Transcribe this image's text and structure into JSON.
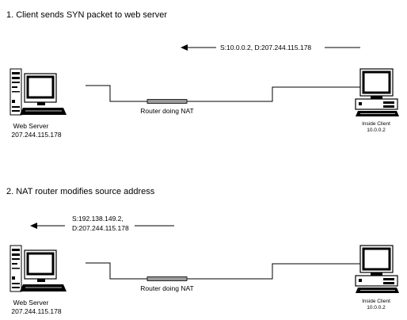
{
  "panels": [
    {
      "heading": "1. Client sends SYN packet to web server",
      "packet_line1": "S:10.0.0.2,  D:207.244.115.178",
      "packet_line2": "",
      "router_label": "Router doing NAT",
      "server_name": "Web Server",
      "server_ip": "207.244.115.178",
      "client_name": "Inside Client",
      "client_ip": "10.0.0.2"
    },
    {
      "heading": "2. NAT router modifies source address",
      "packet_line1": "S:192.138.149.2,",
      "packet_line2": "D:207.244.115.178",
      "router_label": "Router doing NAT",
      "server_name": "Web Server",
      "server_ip": "207.244.115.178",
      "client_name": "Inside Client",
      "client_ip": "10.0.0.2"
    }
  ],
  "icons": {
    "server": "web-server-computer-icon",
    "client": "client-computer-icon",
    "router": "router-icon"
  },
  "colors": {
    "line": "#000000",
    "router_fill": "#9a9a9a",
    "screen": "#ffffff"
  }
}
